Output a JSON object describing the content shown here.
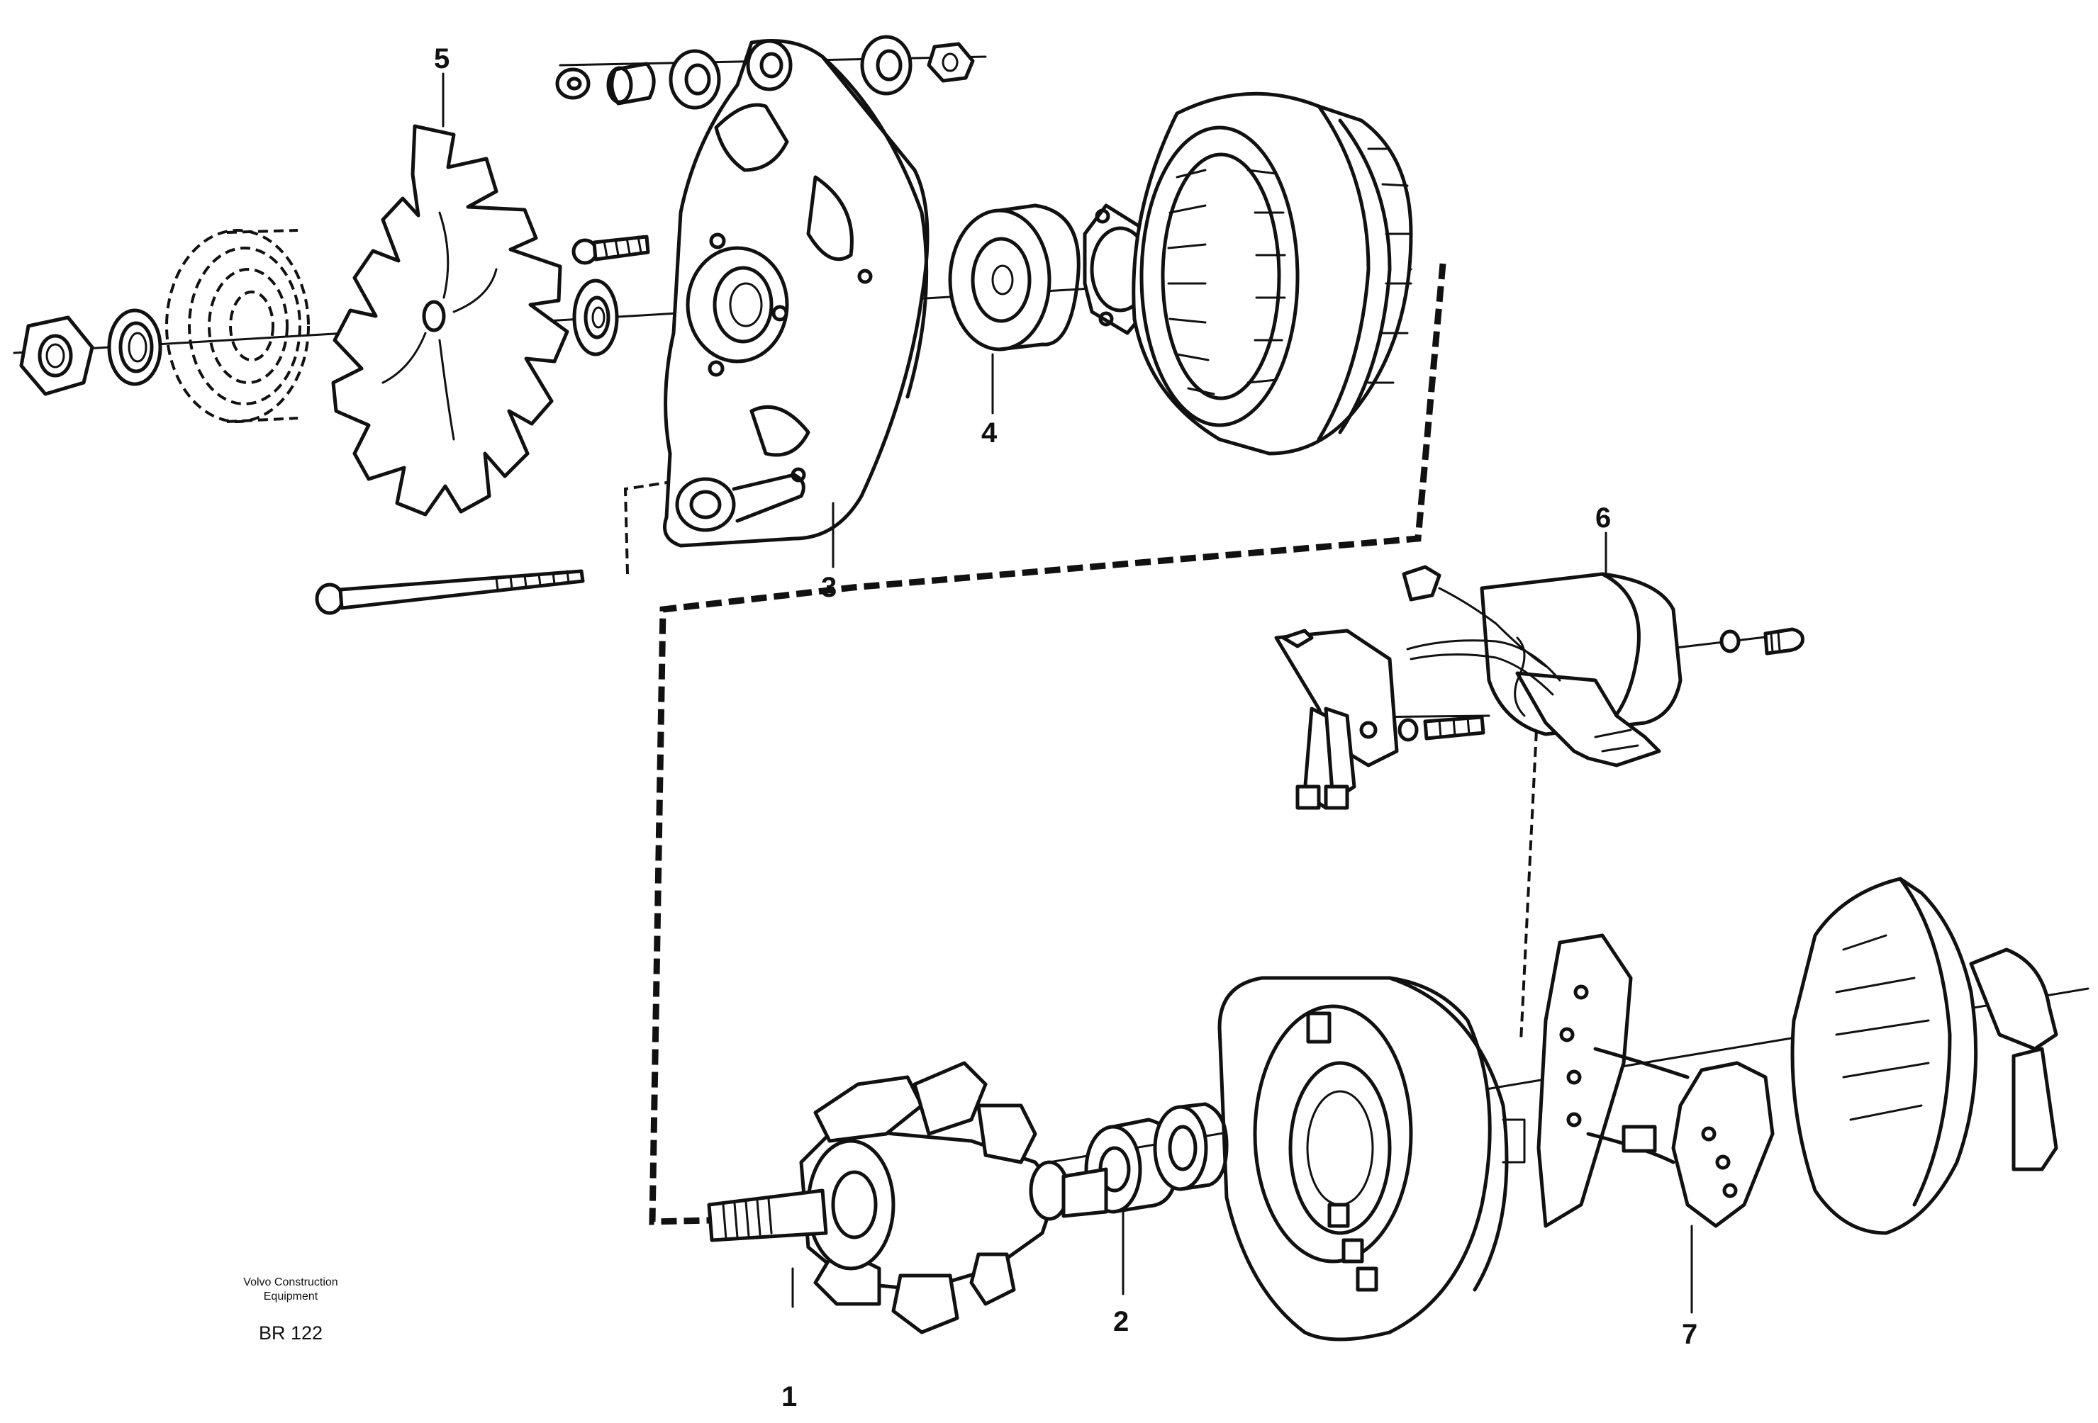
{
  "callouts": [
    {
      "id": "1",
      "part": "rotor"
    },
    {
      "id": "2",
      "part": "bearing-rear"
    },
    {
      "id": "3",
      "part": "drive-end-shield"
    },
    {
      "id": "4",
      "part": "bearing-front"
    },
    {
      "id": "5",
      "part": "fan"
    },
    {
      "id": "6",
      "part": "voltage-regulator"
    },
    {
      "id": "7",
      "part": "rectifier"
    }
  ],
  "caption": {
    "company_line1": "Volvo Construction",
    "company_line2": "Equipment",
    "code": "BR 122"
  },
  "colors": {
    "line": "#111111",
    "background": "#ffffff"
  }
}
